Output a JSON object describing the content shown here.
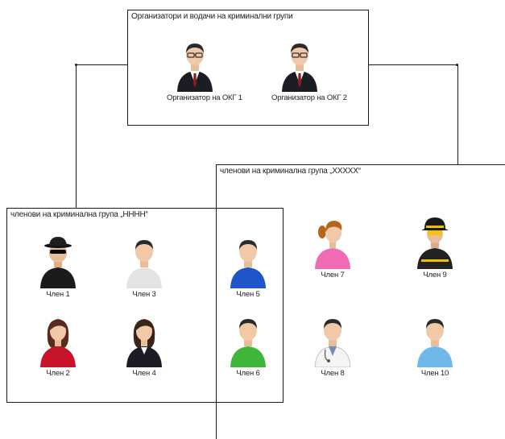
{
  "organizers": {
    "title": "Организатори и водачи на криминални групи",
    "people": [
      {
        "label": "Организатор на ОКГ 1",
        "icon": "businessman-icon"
      },
      {
        "label": "Организатор на ОКГ 2",
        "icon": "businessman-icon"
      }
    ]
  },
  "group_x": {
    "title": "членови на криминална група „ХХХХХ“",
    "members": [
      {
        "label": "Член 7",
        "icon": "girl-pink-icon"
      },
      {
        "label": "Член 9",
        "icon": "firefighter-icon"
      },
      {
        "label": "Член 8",
        "icon": "doctor-icon"
      },
      {
        "label": "Член 10",
        "icon": "man-lightblue-icon"
      }
    ]
  },
  "group_h": {
    "title": "членови на криминална група „НННН“",
    "members": [
      {
        "label": "Член 1",
        "icon": "spy-icon"
      },
      {
        "label": "Член 3",
        "icon": "man-white-icon"
      },
      {
        "label": "Член 5",
        "icon": "man-blue-icon"
      },
      {
        "label": "Член 2",
        "icon": "woman-red-icon"
      },
      {
        "label": "Член 4",
        "icon": "woman-black-icon"
      },
      {
        "label": "Член 6",
        "icon": "man-green-icon"
      }
    ]
  },
  "colors": {
    "line": "#1a1a1a",
    "skin": "#f1c9a8",
    "hair": "#2a2a2a",
    "blue": "#1f55c8",
    "green": "#3fb63a",
    "red": "#c8142b",
    "pink": "#f06bb3",
    "lightblue": "#6fb9ea",
    "white": "#e4e4e4",
    "suit": "#1c1c24"
  }
}
